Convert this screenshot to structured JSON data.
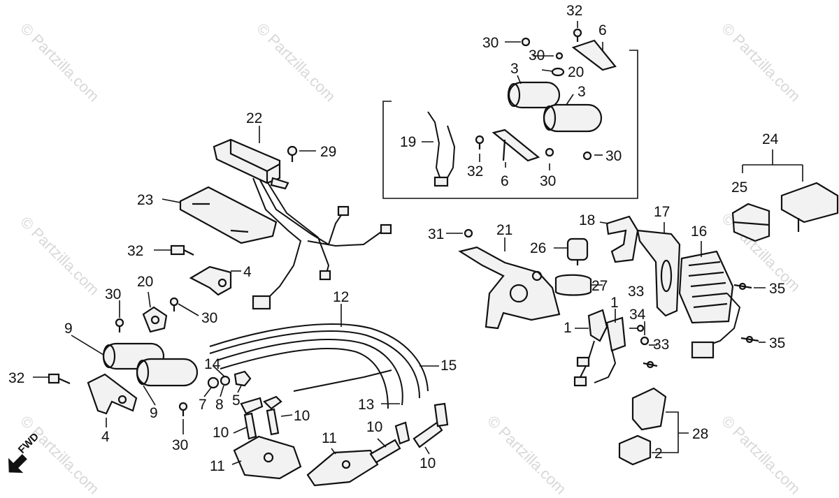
{
  "watermark": "© Partzilla.com",
  "fwd_label": "FWD",
  "callouts": {
    "c32a": "32",
    "c6a": "6",
    "c30a": "30",
    "c30b": "30",
    "c20a": "20",
    "c3a": "3",
    "c3b": "3",
    "c19": "19",
    "c32b": "32",
    "c6b": "6",
    "c30c": "30",
    "c30d": "30",
    "c22": "22",
    "c29": "29",
    "c23": "23",
    "c24": "24",
    "c25": "25",
    "c31": "31",
    "c21": "21",
    "c18": "18",
    "c17": "17",
    "c16": "16",
    "c26": "26",
    "c27": "27",
    "c35a": "35",
    "c35b": "35",
    "c33a": "33",
    "c1a": "1",
    "c1b": "1",
    "c34": "34",
    "c33b": "33",
    "c32c": "32",
    "c4a": "4",
    "c20b": "20",
    "c30e": "30",
    "c30f": "30",
    "c9a": "9",
    "c9b": "9",
    "c12": "12",
    "c14": "14",
    "c15": "15",
    "c32d": "32",
    "c7": "7",
    "c8": "8",
    "c5": "5",
    "c13": "13",
    "c10a": "10",
    "c10b": "10",
    "c10c": "10",
    "c10d": "10",
    "c4b": "4",
    "c30g": "30",
    "c11a": "11",
    "c11b": "11",
    "c28": "28",
    "c2": "2"
  }
}
